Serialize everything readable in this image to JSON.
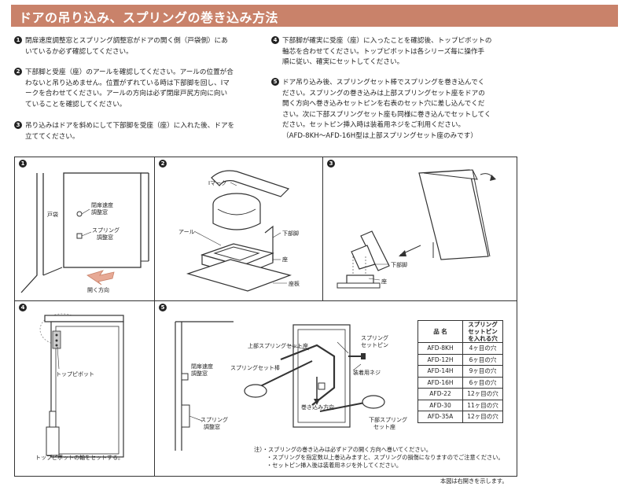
{
  "title": "ドアの吊り込み、スプリングの巻き込み方法",
  "steps": [
    {
      "num": "1",
      "lines": [
        "閉扉速度調整窓とスプリング調整窓がドアの開く側（戸袋側）にあ",
        "いているか必ず確認してください。"
      ]
    },
    {
      "num": "2",
      "lines": [
        "下部脚と受座（座）のアールを確認してください。アールの位置が合",
        "わないと吊り込めません。位置がずれている時は下部脚を回し、Iマ",
        "ークを合わせてください。アールの方向は必ず閉扉戸尻方向に向い",
        "ていることを確認してください。"
      ]
    },
    {
      "num": "3",
      "lines": [
        "吊り込みはドアを斜めにして下部脚を受座（座）に入れた後、ドアを",
        "立ててください。"
      ]
    },
    {
      "num": "4",
      "lines": [
        "下部脚が確実に受座（座）に入ったことを確認後、トップピボットの",
        "軸芯を合わせてください。トップピボットは各シリーズ毎に操作手",
        "順に従い、確実にセットしてください。"
      ]
    },
    {
      "num": "5",
      "lines": [
        "ドア吊り込み後、スプリングセット棒でスプリングを巻き込んでく",
        "ださい。スプリングの巻き込みは上部スプリングセット座をドアの",
        "開く方向へ巻き込みセットピンを右表のセット穴に差し込んでくだ",
        "さい。次に下部スプリングセット座も同様に巻き込んでセットしてく",
        "ださい。セットピン挿入時は装着用ネジをご利用ください。",
        "（AFD-8KH〜AFD-16H型は上部スプリングセット座のみです）"
      ]
    }
  ],
  "panels": {
    "p1": {
      "num": "1",
      "tobukuro": "戸袋",
      "window1_a": "閉扉速度",
      "window1_b": "調整窓",
      "window2_a": "スプリング",
      "window2_b": "調整窓",
      "open_dir": "開く方向"
    },
    "p2": {
      "num": "2",
      "imark": "Iマーク",
      "arl": "アール",
      "lower_leg": "下部脚",
      "seat": "座",
      "base": "座板"
    },
    "p3": {
      "num": "3",
      "lower_leg": "下部脚",
      "seat": "座"
    },
    "p4": {
      "num": "4",
      "top_pivot": "トップピボット",
      "caption": "トップピボットの軸をセットする。"
    },
    "p5": {
      "num": "5",
      "win1_a": "閉扉速度",
      "win1_b": "調整窓",
      "win2_a": "スプリング",
      "win2_b": "調整窓",
      "upper_seat": "上部スプリングセット座",
      "spring_rod": "スプリングセット棒",
      "set_pin_a": "スプリング",
      "set_pin_b": "セットピン",
      "screw": "装着用ネジ",
      "wind_dir": "巻き込み方向",
      "lower_seat_a": "下部スプリング",
      "lower_seat_b": "セット座"
    }
  },
  "table": {
    "headers": [
      "品 名",
      "スプリング\nセットピン\nを入れる穴"
    ],
    "rows": [
      [
        "AFD-8KH",
        "4ヶ目の穴"
      ],
      [
        "AFD-12H",
        "6ヶ目の穴"
      ],
      [
        "AFD-14H",
        "9ヶ目の穴"
      ],
      [
        "AFD-16H",
        "6ヶ目の穴"
      ],
      [
        "AFD-22",
        "12ヶ目の穴"
      ],
      [
        "AFD-30",
        "11ヶ目の穴"
      ],
      [
        "AFD-35A",
        "12ヶ目の穴"
      ]
    ]
  },
  "notes": [
    "注）・スプリングの巻き込みは必ずドアの開く方向へ巻いてください。",
    "・スプリングを指定数以上巻込みますと、スプリングの損傷になりますのでご注意ください。",
    "・セットピン挿入後は装着用ネジを外してください。"
  ],
  "footer": "本図は右開きを示します。"
}
